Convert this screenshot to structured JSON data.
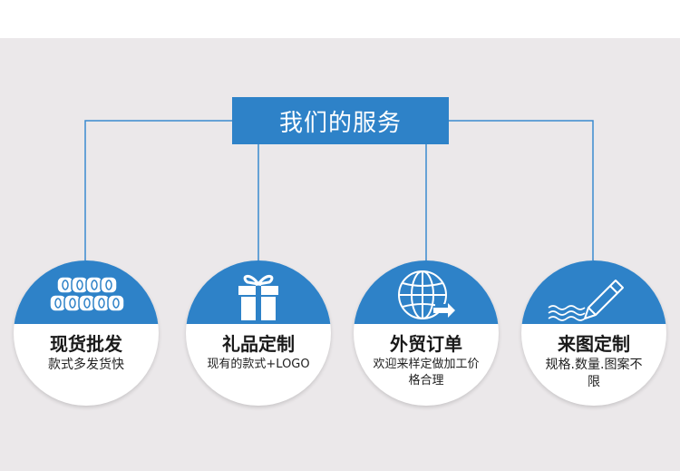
{
  "title": "我们的服务",
  "colors": {
    "accent": "#2e82c8",
    "background": "#ebe8ea",
    "line": "#3b8ad0"
  },
  "services": [
    {
      "name": "现货批发",
      "desc": "款式多发货快",
      "icon": "fabric-rolls-icon"
    },
    {
      "name": "礼品定制",
      "desc": "现有的款式+LOGO",
      "icon": "gift-box-icon"
    },
    {
      "name": "外贸订单",
      "desc": "欢迎来样定做加工价格合理",
      "icon": "globe-arrow-icon"
    },
    {
      "name": "来图定制",
      "desc": "规格.数量.图案不限",
      "icon": "pencil-wave-icon"
    }
  ]
}
